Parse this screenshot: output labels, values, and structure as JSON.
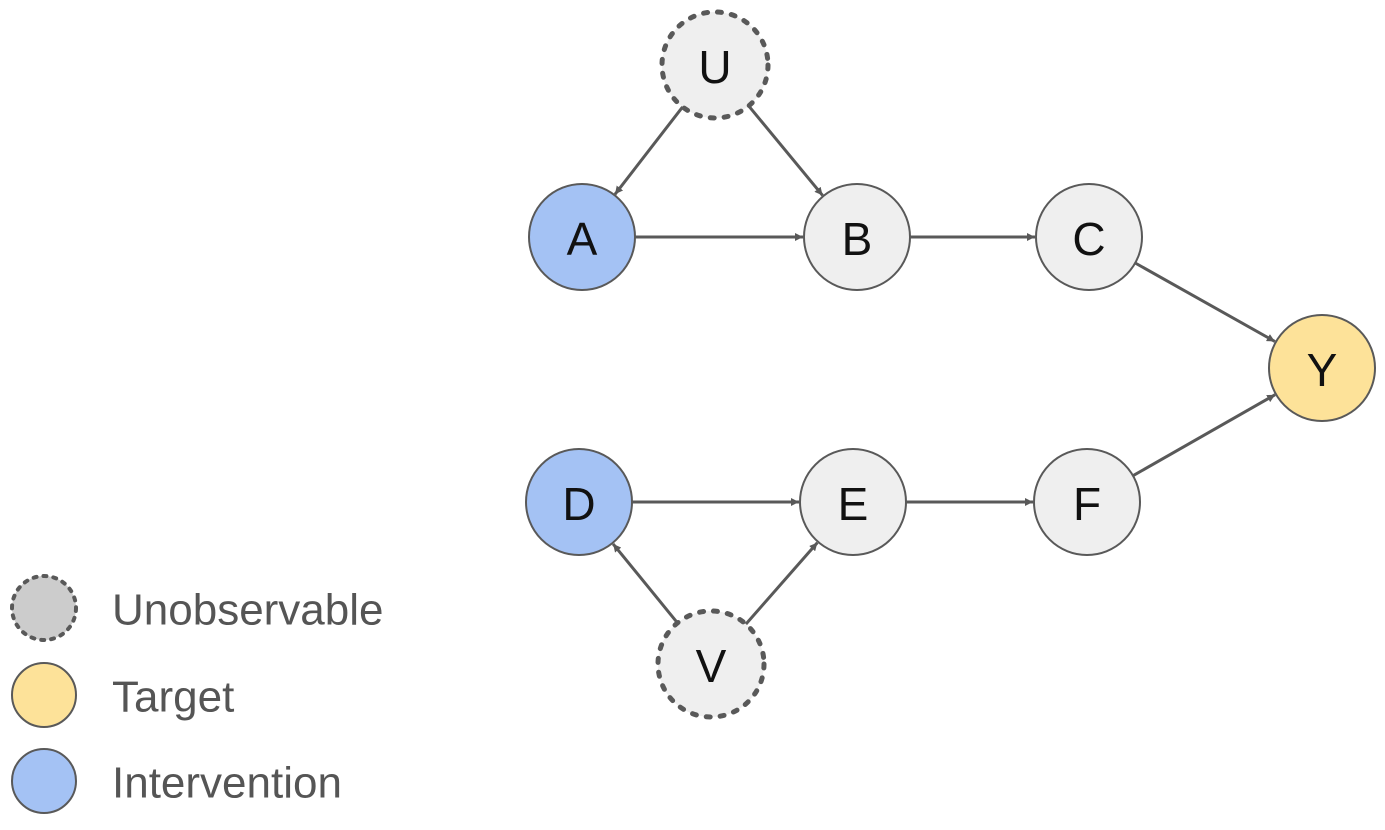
{
  "colors": {
    "observed_fill": "#efefef",
    "unobservable_fill": "#efefef",
    "target_fill": "#fde299",
    "intervention_fill": "#a4c2f4",
    "stroke": "#595959",
    "edge": "#595959",
    "legend_unobservable_fill": "#cccccc"
  },
  "nodes": [
    {
      "id": "U",
      "label": "U",
      "kind": "unobservable"
    },
    {
      "id": "A",
      "label": "A",
      "kind": "intervention"
    },
    {
      "id": "B",
      "label": "B",
      "kind": "observed"
    },
    {
      "id": "C",
      "label": "C",
      "kind": "observed"
    },
    {
      "id": "Y",
      "label": "Y",
      "kind": "target"
    },
    {
      "id": "D",
      "label": "D",
      "kind": "intervention"
    },
    {
      "id": "E",
      "label": "E",
      "kind": "observed"
    },
    {
      "id": "F",
      "label": "F",
      "kind": "observed"
    },
    {
      "id": "V",
      "label": "V",
      "kind": "unobservable"
    }
  ],
  "edges": [
    {
      "from": "U",
      "to": "A"
    },
    {
      "from": "U",
      "to": "B"
    },
    {
      "from": "A",
      "to": "B"
    },
    {
      "from": "B",
      "to": "C"
    },
    {
      "from": "C",
      "to": "Y"
    },
    {
      "from": "D",
      "to": "E"
    },
    {
      "from": "V",
      "to": "D"
    },
    {
      "from": "V",
      "to": "E"
    },
    {
      "from": "E",
      "to": "F"
    },
    {
      "from": "F",
      "to": "Y"
    }
  ],
  "legend": {
    "unobservable": "Unobservable",
    "target": "Target",
    "intervention": "Intervention"
  }
}
